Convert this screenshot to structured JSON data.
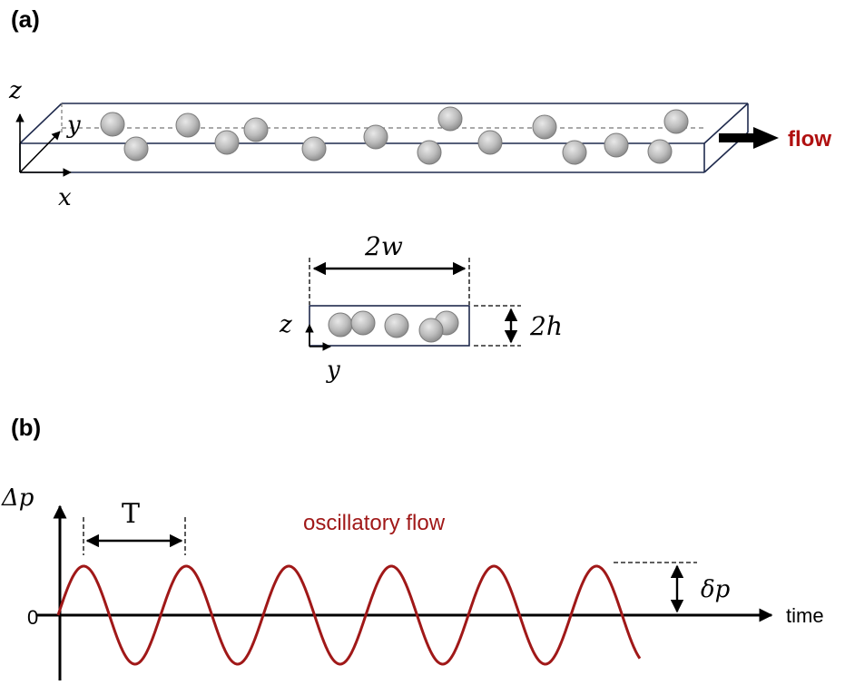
{
  "panel_a": {
    "label": "(a)",
    "axis_z": "z",
    "axis_y": "y",
    "axis_x": "x",
    "flow_label": "flow",
    "width_label": "2w",
    "height_label": "2h",
    "cross_axis_z": "z",
    "cross_axis_y": "y"
  },
  "panel_b": {
    "label": "(b)",
    "y_axis_label": "Δp",
    "zero_label": "0",
    "period_label": "T",
    "curve_label": "oscillatory flow",
    "amplitude_label": "δp",
    "x_axis_label": "time"
  },
  "colors": {
    "channel_edge": "#1f2a4d",
    "particle_fill": "#b4b4b4",
    "particle_stroke": "#7a7a7a",
    "flow_text": "#b01010",
    "oscillation": "#a01818",
    "axes": "#000000"
  }
}
